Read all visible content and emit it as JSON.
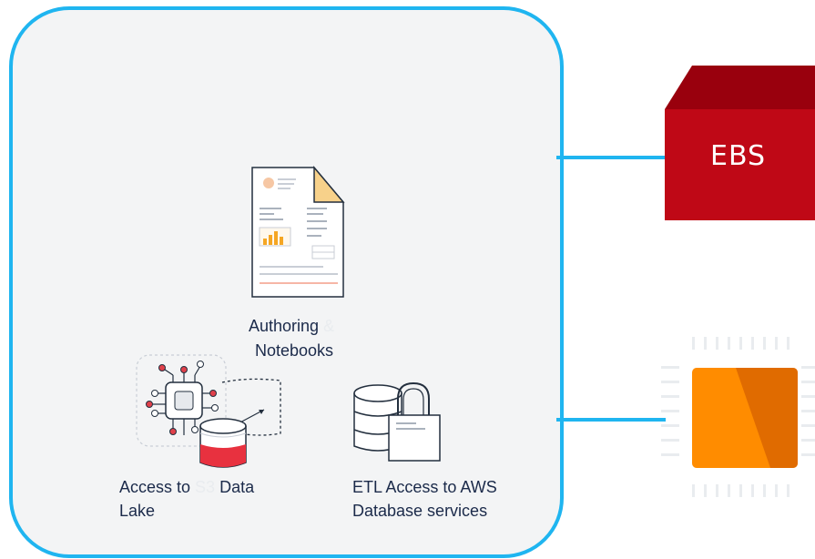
{
  "panel": {
    "border_color": "#1fb5f0",
    "background": "#f3f4f5"
  },
  "authoring": {
    "label_part1": "Authoring",
    "label_faint": "&",
    "label_line2": "Notebooks",
    "icon": "notebook-document-icon"
  },
  "s3": {
    "label_part1": "Access to",
    "label_faint": "S3",
    "label_part2": "Data",
    "label_line2": "Lake",
    "icon": "data-lake-chip-icon"
  },
  "etl": {
    "label_line1": "ETL Access to AWS",
    "label_line2": "Database services",
    "icon": "database-lock-icon"
  },
  "ebs": {
    "label": "EBS",
    "color": "#bf0816",
    "top_color": "#99000d"
  },
  "compute": {
    "icon": "compute-instance-icon",
    "color": "#ff8c00"
  }
}
